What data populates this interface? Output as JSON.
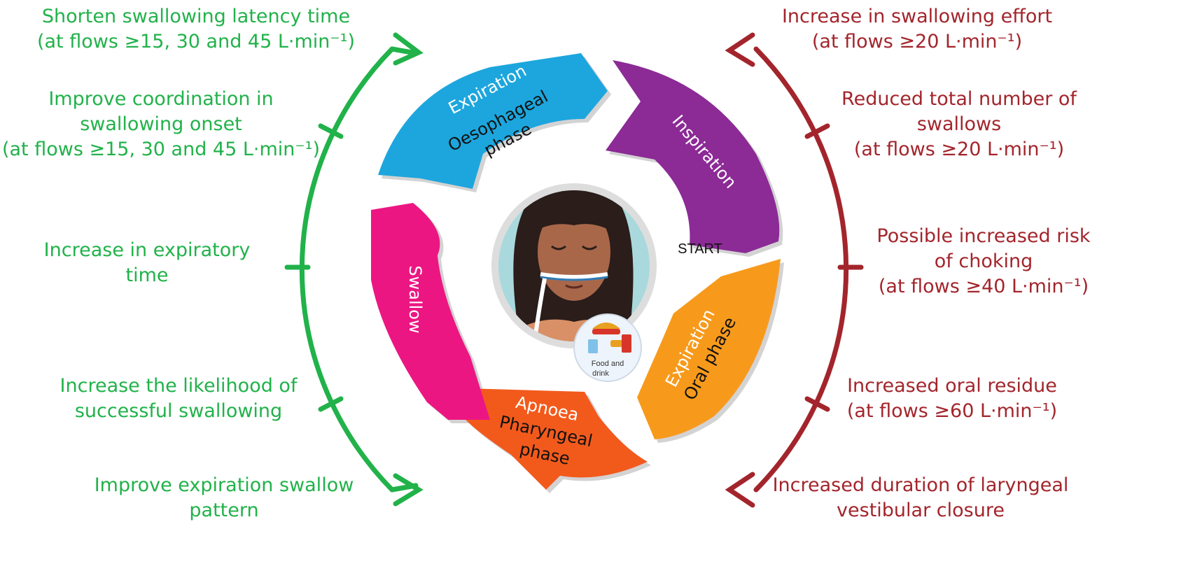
{
  "colors": {
    "benefit": "#21b24a",
    "adverse": "#a3252c",
    "oesophageal": "#1aa6dd",
    "inspiration": "#8c2a96",
    "oral": "#f79a1a",
    "pharyngeal": "#f25a1d",
    "swallow": "#ec1783"
  },
  "benefits": [
    {
      "lines": [
        "Shorten swallowing latency time",
        "(at flows ≥15, 30 and 45 L·min⁻¹)"
      ]
    },
    {
      "lines": [
        "Improve coordination in",
        "swallowing onset",
        "(at flows ≥15, 30 and 45 L·min⁻¹)"
      ]
    },
    {
      "lines": [
        "Increase in expiratory",
        "time"
      ]
    },
    {
      "lines": [
        "Increase the likelihood of",
        "successful swallowing"
      ]
    },
    {
      "lines": [
        "Improve expiration swallow",
        "pattern"
      ]
    }
  ],
  "adverse": [
    {
      "lines": [
        "Increase in swallowing effort",
        "(at flows ≥20 L·min⁻¹)"
      ]
    },
    {
      "lines": [
        "Reduced total number of",
        "swallows",
        "(at flows ≥20 L·min⁻¹)"
      ]
    },
    {
      "lines": [
        "Possible increased risk",
        "of choking",
        "(at flows ≥40 L·min⁻¹)"
      ]
    },
    {
      "lines": [
        "Increased oral residue",
        "(at flows ≥60 L·min⁻¹)"
      ]
    },
    {
      "lines": [
        "Increased duration of laryngeal",
        "vestibular closure"
      ]
    }
  ],
  "cycle": {
    "oesophageal": {
      "top": "Expiration",
      "bottom1": "Oesophageal",
      "bottom2": "phase"
    },
    "inspiration": {
      "label": "Inspiration"
    },
    "oral": {
      "top": "Expiration",
      "bottom": "Oral phase"
    },
    "pharyngeal": {
      "top": "Apnoea",
      "bottom1": "Pharyngeal",
      "bottom2": "phase"
    },
    "swallow": {
      "label": "Swallow"
    }
  },
  "center": {
    "start_label": "START",
    "food_label_1": "Food and",
    "food_label_2": "drink"
  }
}
